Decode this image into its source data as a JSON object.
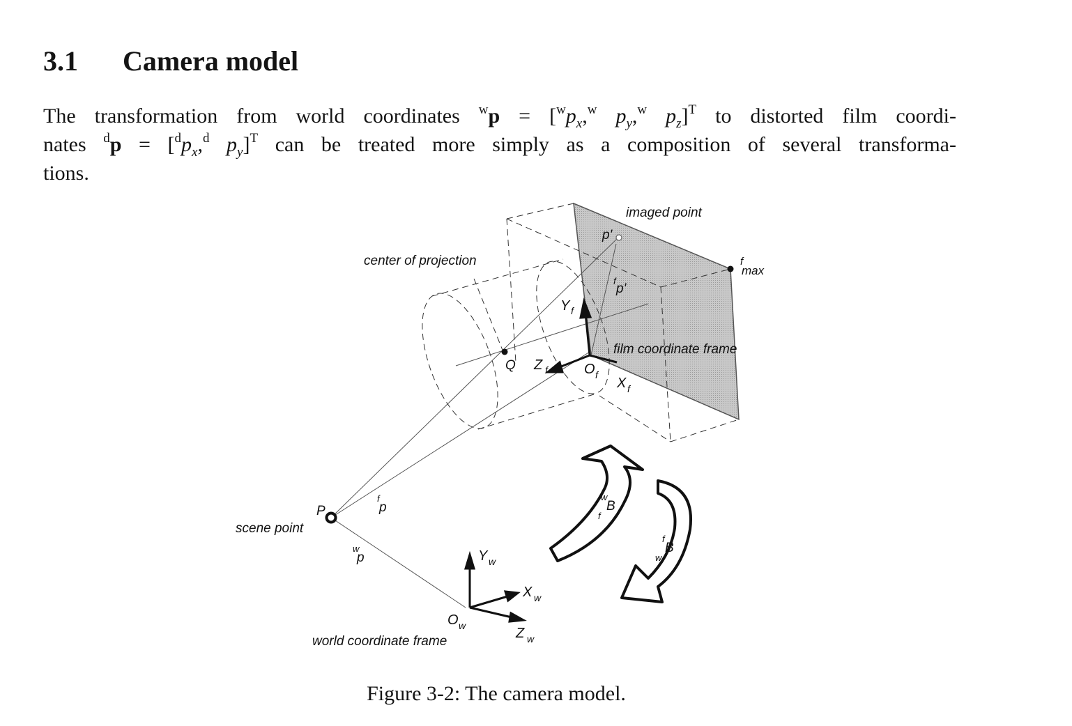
{
  "section": {
    "number": "3.1",
    "title": "Camera model"
  },
  "paragraph": {
    "t1": "The transformation from world coordinates",
    "t2": "to distorted film coordi-",
    "t3": "nates",
    "t4": "can be treated more simply as a composition of several transforma-",
    "t5": "tions."
  },
  "figure": {
    "labels": {
      "imaged_point": "imaged point",
      "center_of_projection": "center of projection",
      "film_coordinate_frame": "film coordinate frame",
      "scene_point": "scene point",
      "world_coordinate_frame": "world coordinate frame",
      "p_prime": "p'",
      "fp_prime": "p'",
      "f_max": "max",
      "Q": "Q",
      "Y_f": "Y",
      "Z_f": "Z",
      "X_f": "X",
      "O_f": "O",
      "f_sub": "f",
      "P": "P",
      "fp": "p",
      "wp": "p",
      "Y_w": "Y",
      "X_w": "X",
      "Z_w": "Z",
      "O_w": "O",
      "w_sub": "w",
      "wfB": "B",
      "fwB": "B"
    },
    "caption": "Figure 3-2: The camera model."
  }
}
